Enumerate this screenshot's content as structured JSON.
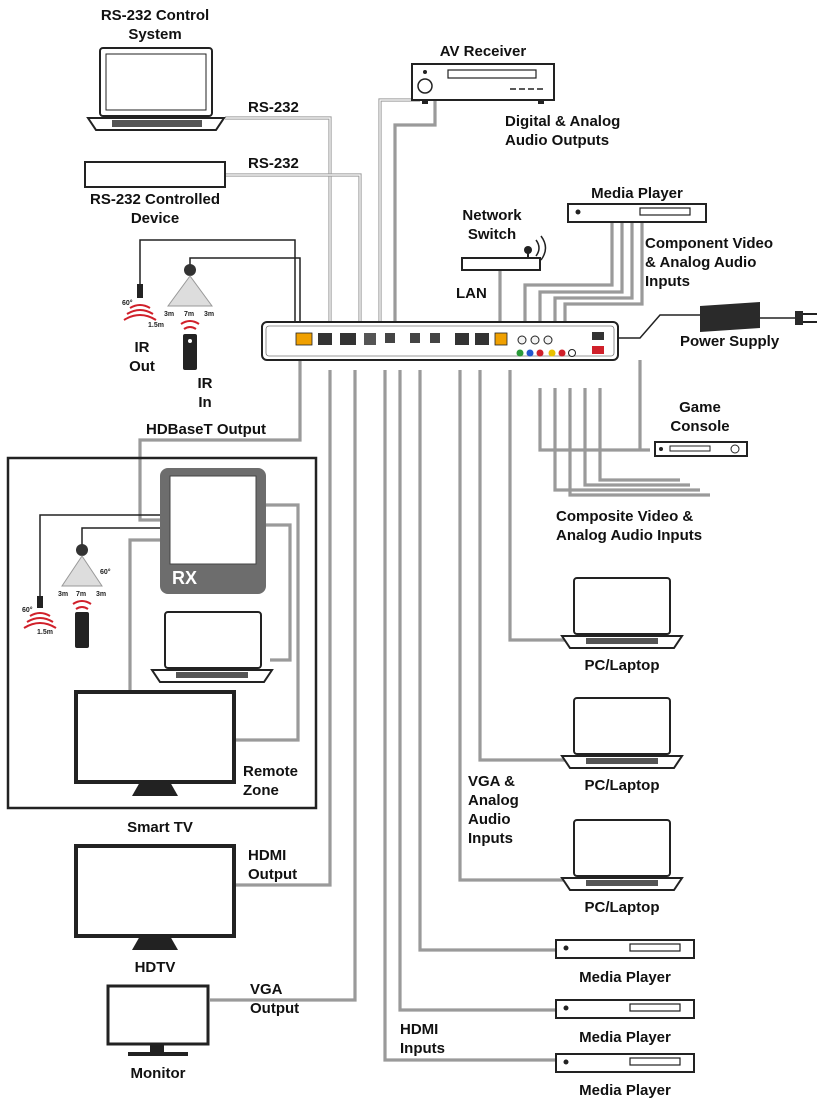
{
  "labels": {
    "rs232_control_system": [
      "RS-232 Control",
      "System"
    ],
    "rs232_a": "RS-232",
    "rs232_b": "RS-232",
    "rs232_device": [
      "RS-232 Controlled",
      "Device"
    ],
    "av_receiver": "AV Receiver",
    "audio_outputs": [
      "Digital & Analog",
      "Audio Outputs"
    ],
    "media_player_top": "Media Player",
    "network_switch": [
      "Network",
      "Switch"
    ],
    "lan": "LAN",
    "component_inputs": [
      "Component Video",
      "& Analog Audio",
      "Inputs"
    ],
    "power_supply": "Power Supply",
    "ir_out": [
      "IR",
      "Out"
    ],
    "ir_in": [
      "IR",
      "In"
    ],
    "hdbaset_output": "HDBaseT Output",
    "game_console": [
      "Game",
      "Console"
    ],
    "composite_inputs": [
      "Composite Video &",
      "Analog Audio Inputs"
    ],
    "rx": "RX",
    "pc_laptop_1": "PC/Laptop",
    "pc_laptop_2": "PC/Laptop",
    "pc_laptop_3": "PC/Laptop",
    "remote_zone": [
      "Remote",
      "Zone"
    ],
    "smart_tv": "Smart TV",
    "vga_audio_inputs": [
      "VGA &",
      "Analog",
      "Audio",
      "Inputs"
    ],
    "hdmi_output": [
      "HDMI",
      "Output"
    ],
    "hdtv": "HDTV",
    "vga_output": [
      "VGA",
      "Output"
    ],
    "monitor": "Monitor",
    "hdmi_inputs": [
      "HDMI",
      "Inputs"
    ],
    "media_player_1": "Media Player",
    "media_player_2": "Media Player",
    "media_player_3": "Media Player",
    "ir_angle_60": "60°",
    "ir_dist_15": "1.5m",
    "ir_dist_3": "3m",
    "ir_dist_7": "7m"
  },
  "colors": {
    "cable": "#9a9a9a",
    "rx_box": "#6d6d6d",
    "ir_red": "#d0202a",
    "outline": "#222222"
  }
}
